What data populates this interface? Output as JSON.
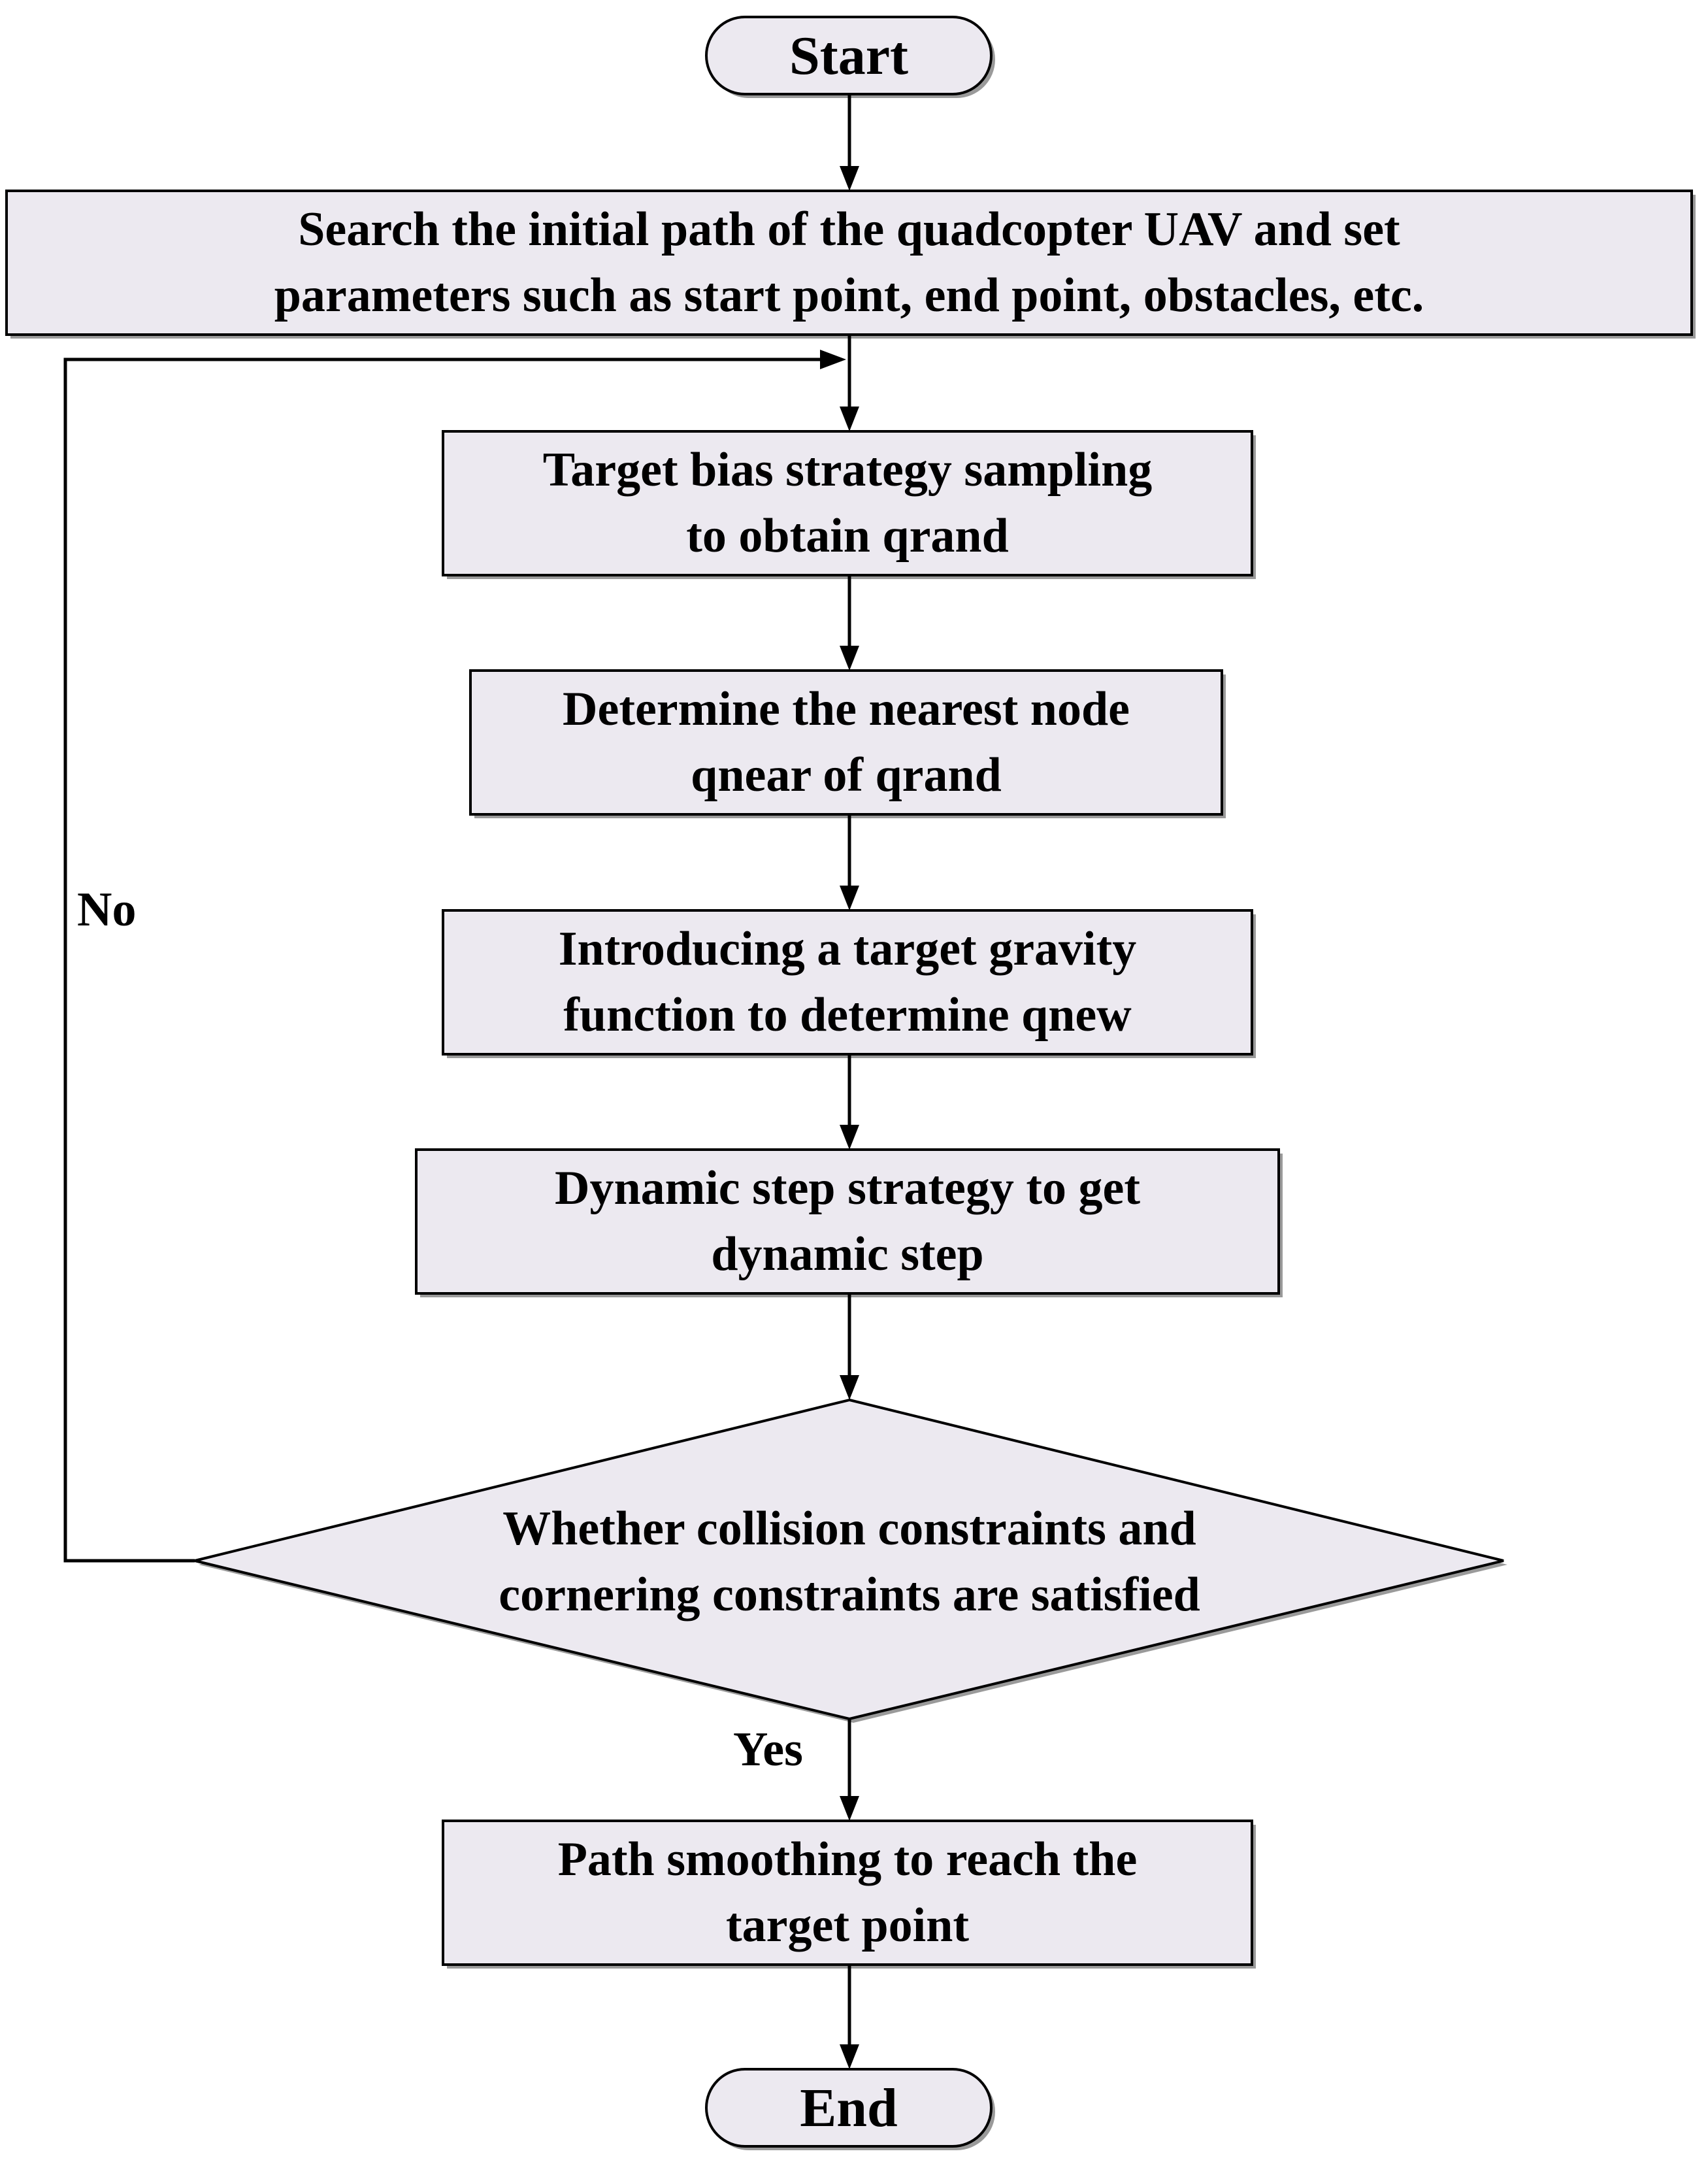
{
  "flowchart": {
    "start": "Start",
    "end": "End",
    "init": "Search the initial path of the quadcopter UAV and set\nparameters such as start point, end point, obstacles, etc.",
    "step1": "Target bias strategy sampling\nto obtain qrand",
    "step2": "Determine the nearest node\nqnear of qrand",
    "step3": "Introducing a target gravity\nfunction to determine qnew",
    "step4": "Dynamic step strategy to get\ndynamic step",
    "decision": "Whether collision constraints and\ncornering constraints are satisfied",
    "final": "Path smoothing to reach the\ntarget point",
    "no_label": "No",
    "yes_label": "Yes"
  },
  "colors": {
    "fill": "#ece9f0",
    "stroke": "#000000",
    "shadow": "#9a9a9a"
  }
}
